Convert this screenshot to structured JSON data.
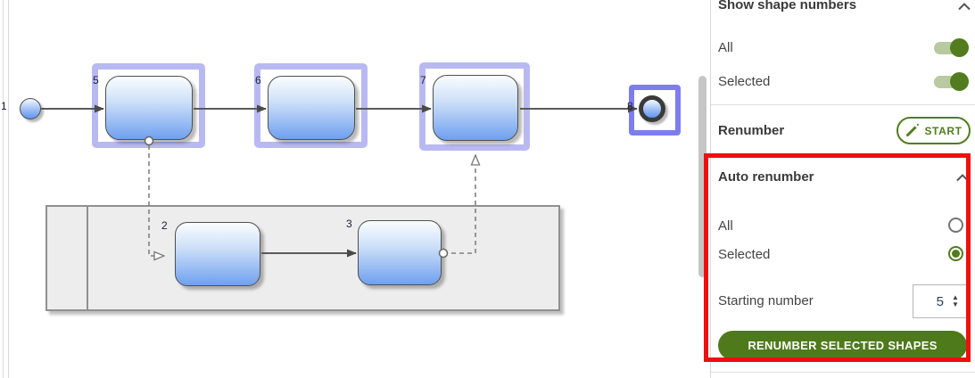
{
  "canvas": {
    "shape_numbers": {
      "start": "1",
      "task5": "5",
      "task6": "6",
      "task7": "7",
      "end": "8",
      "task2": "2",
      "task3": "3"
    }
  },
  "panel": {
    "show_shape_numbers": {
      "title": "Show shape numbers",
      "all_label": "All",
      "all_toggle_state": "on",
      "selected_label": "Selected",
      "selected_toggle_state": "on"
    },
    "renumber": {
      "label": "Renumber",
      "start_button_label": "START"
    },
    "auto_renumber": {
      "title": "Auto renumber",
      "all_label": "All",
      "all_radio_state": "unselected",
      "selected_label": "Selected",
      "selected_radio_state": "selected",
      "starting_number_label": "Starting number",
      "starting_number_value": "5",
      "renumber_button_label": "RENUMBER SELECTED SHAPES"
    }
  },
  "colors": {
    "accent_green": "#527c1e",
    "button_green": "#4e7a1b",
    "toggle_track_green": "#b9c9a0",
    "highlight_red": "#ee0f0f",
    "selection_light_purple": "#b9b9f2",
    "selection_strong_purple": "#7d7df0",
    "shape_gradient_top": "#fbfdff",
    "shape_gradient_bottom": "#6fa0ef"
  }
}
